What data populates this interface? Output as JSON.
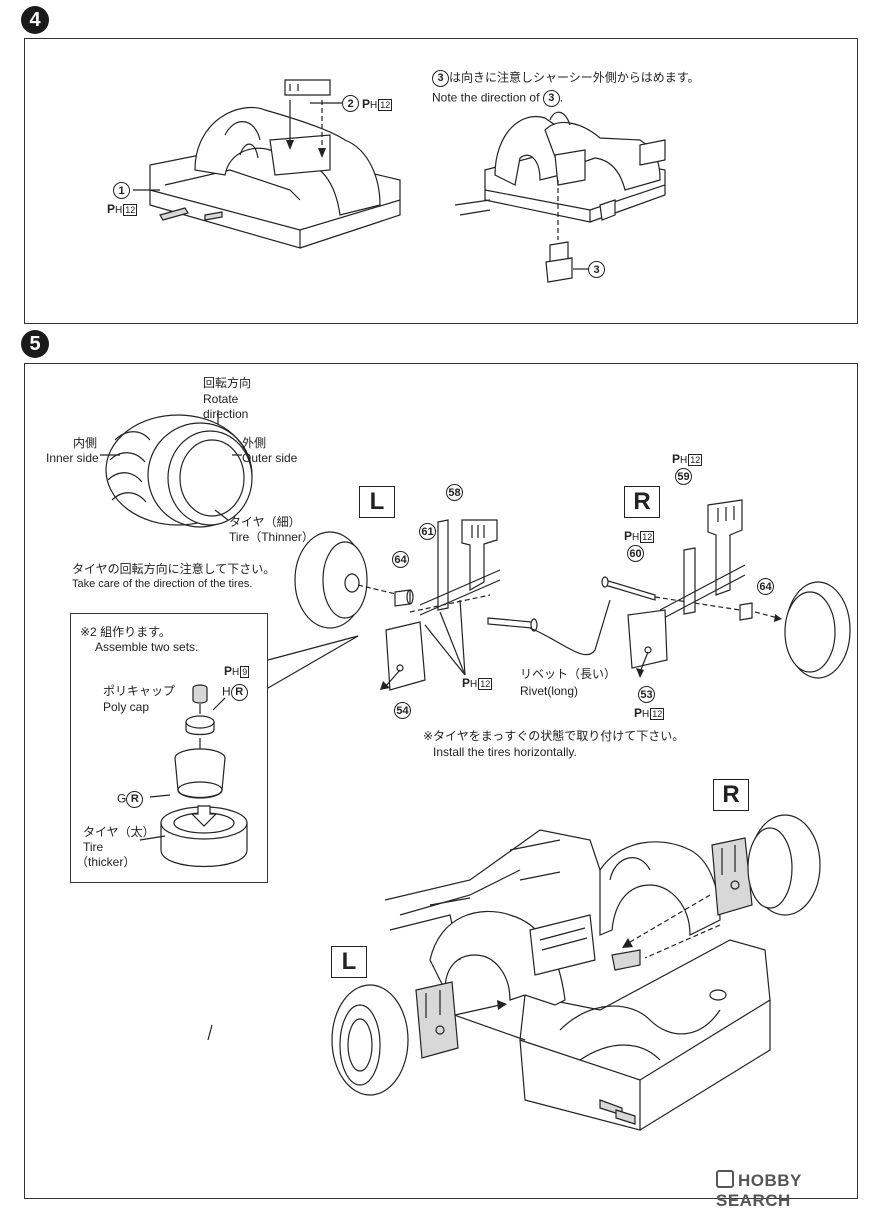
{
  "step4": {
    "number": "4",
    "part1_num": "1",
    "part1_ph_num": "12",
    "part2_num": "2",
    "part2_ph_num": "12",
    "part3_num": "3",
    "ph_letter": "P",
    "ph_sub": "H",
    "note_jp": "は向きに注意しシャーシー外側からはめます。",
    "note_en_prefix": "Note the direction of",
    "note_en_suffix": "."
  },
  "step5": {
    "number": "5",
    "tire": {
      "rotate_jp": "回転方向",
      "rotate_en1": "Rotate",
      "rotate_en2": "direction",
      "inner_jp": "内側",
      "inner_en": "Inner side",
      "outer_jp": "外側",
      "outer_en": "Outer side",
      "thin_jp": "タイヤ（細）",
      "thin_en": "Tire（Thinner）",
      "care_jp": "タイヤの回転方向に注意して下さい。",
      "care_en": "Take care of the direction of the tires."
    },
    "assembly_box": {
      "sets_jp": "※2 組作ります。",
      "sets_en": "Assemble two sets.",
      "ph_num": "9",
      "polycap_jp": "ポリキャップ",
      "polycap_en": "Poly cap",
      "h_label": "H",
      "g_label": "G",
      "r_mark": "R",
      "thick_jp": "タイヤ（太）",
      "thick_en1": "Tire",
      "thick_en2": "（thicker）"
    },
    "left_label": "L",
    "right_label": "R",
    "parts": {
      "p58": "58",
      "p59": "59",
      "p60": "60",
      "p61": "61",
      "p64": "64",
      "p54": "54",
      "p53": "53",
      "ph12": "12"
    },
    "rivet_jp": "リベット（長い）",
    "rivet_en": "Rivet(long)",
    "install_jp": "※タイヤをまっすぐの状態で取り付けて下さい。",
    "install_en": "Install the tires horizontally."
  },
  "watermark": "HOBBY SEARCH"
}
